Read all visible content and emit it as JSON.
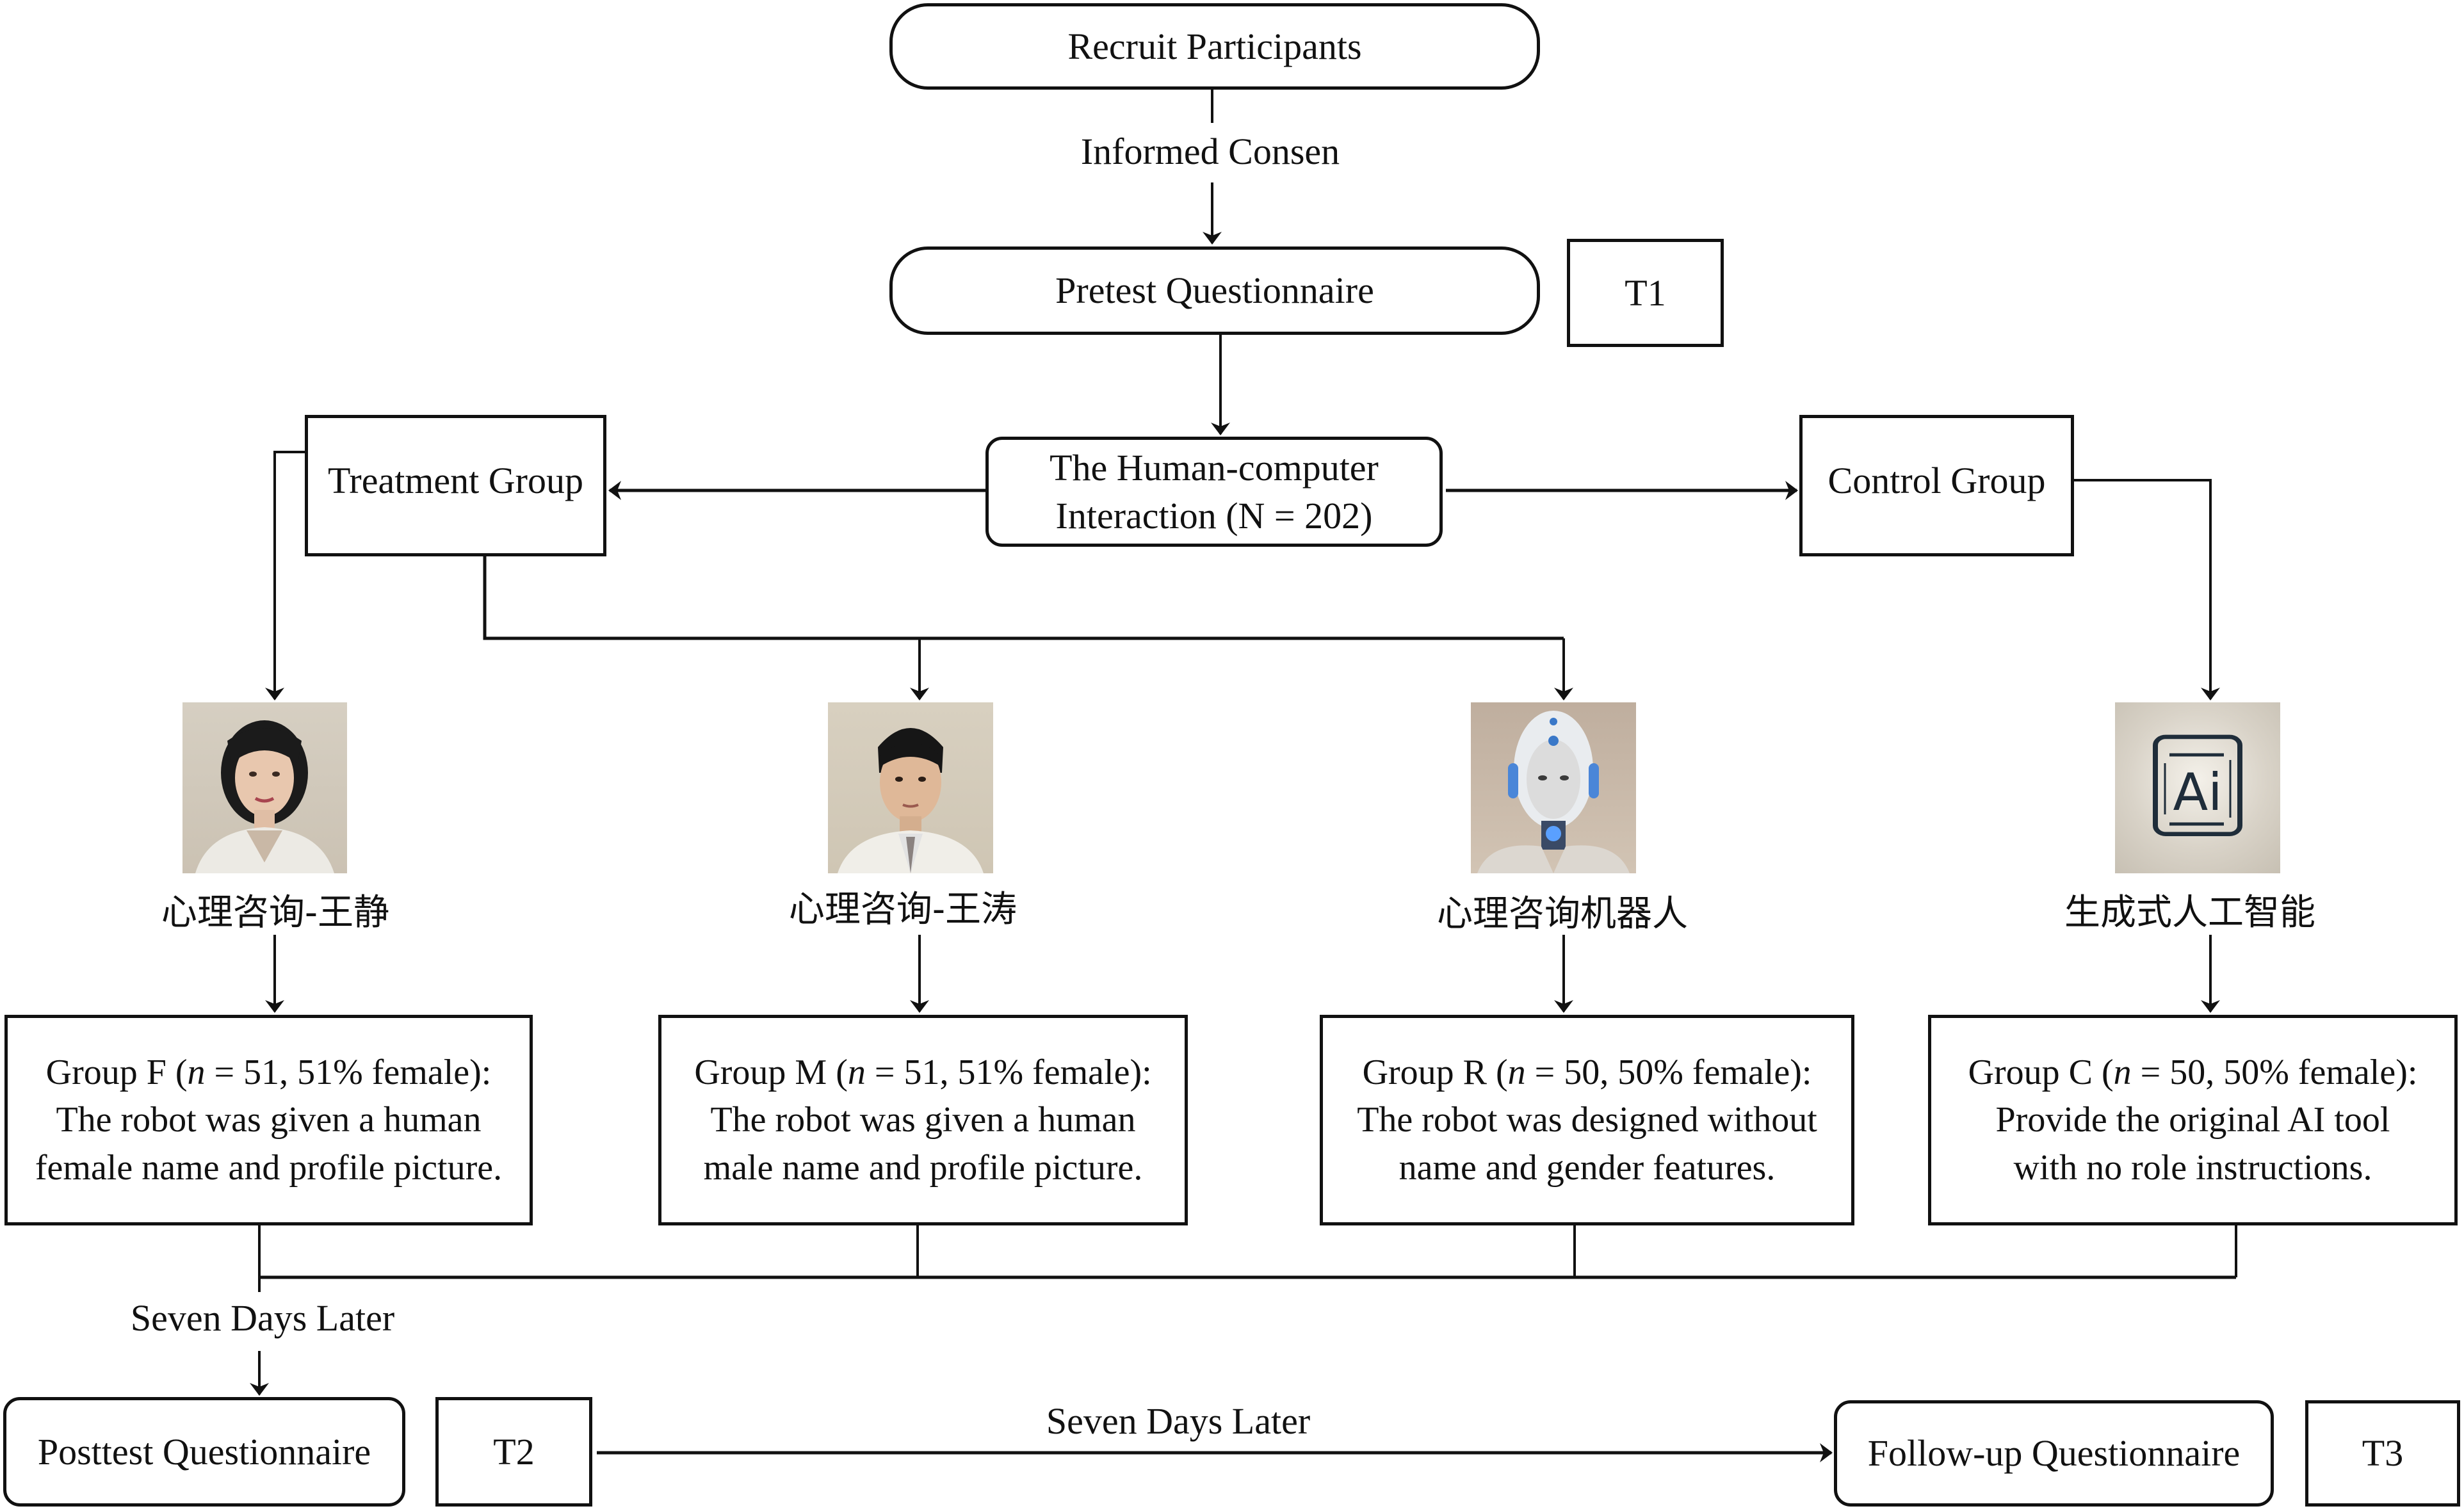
{
  "flowchart": {
    "recruit": "Recruit Participants",
    "consent_label": "Informed Consen",
    "pretest": "Pretest Questionnaire",
    "t1": "T1",
    "interaction_line1": "The Human-computer",
    "interaction_line2": "Interaction (N = 202)",
    "treatment": "Treatment Group",
    "control": "Control Group",
    "agents": [
      {
        "name": "心理咨询-王静",
        "image": "female-counselor-portrait"
      },
      {
        "name": "心理咨询-王涛",
        "image": "male-counselor-portrait"
      },
      {
        "name": "心理咨询机器人",
        "image": "humanoid-robot-portrait"
      },
      {
        "name": "生成式人工智能",
        "image": "ai-chip-icon"
      }
    ],
    "groups": [
      {
        "prefix": "Group F (",
        "n_symbol": "n",
        "stats": " = 51, 51% female):",
        "line2": "The robot was given a human",
        "line3": "female name and profile picture."
      },
      {
        "prefix": "Group M (",
        "n_symbol": "n",
        "stats": " = 51, 51% female):",
        "line2": "The robot was given a human",
        "line3": "male name and profile picture."
      },
      {
        "prefix": "Group R (",
        "n_symbol": "n",
        "stats": " = 50, 50% female):",
        "line2": "The robot was designed without",
        "line3": "name and gender features."
      },
      {
        "prefix": "Group C (",
        "n_symbol": "n",
        "stats": " = 50, 50% female):",
        "line2": "Provide the original AI tool",
        "line3": "with no role instructions."
      }
    ],
    "seven_days_1": "Seven Days Later",
    "posttest": "Posttest Questionnaire",
    "t2": "T2",
    "seven_days_2": "Seven Days Later",
    "followup": "Follow-up Questionnaire",
    "t3": "T3"
  }
}
